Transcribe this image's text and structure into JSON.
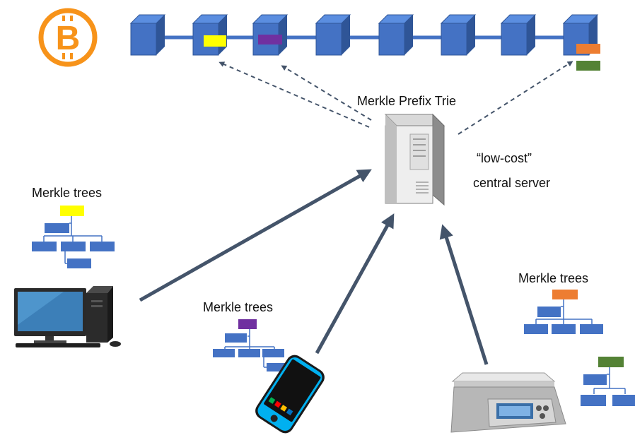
{
  "labels": {
    "server_title": "Merkle Prefix Trie",
    "server_desc_line1": "“low-cost”",
    "server_desc_line2": "central server",
    "trees_desktop": "Merkle trees",
    "trees_phone": "Merkle trees",
    "trees_scale": "Merkle trees"
  },
  "colors": {
    "block_face": "#4472c4",
    "block_top": "#5b8ee0",
    "block_side": "#2f5597",
    "chain_link": "#4472c4",
    "tree_node": "#4472c4",
    "arrow": "#44546a",
    "bitcoin": "#f7931a",
    "root_yellow": "#ffff00",
    "root_purple": "#7030a0",
    "root_orange": "#ed7d31",
    "root_green": "#548235"
  },
  "icons": [
    "bitcoin-logo-icon",
    "server-icon",
    "desktop-computer-icon",
    "smartphone-icon",
    "kitchen-scale-icon"
  ]
}
